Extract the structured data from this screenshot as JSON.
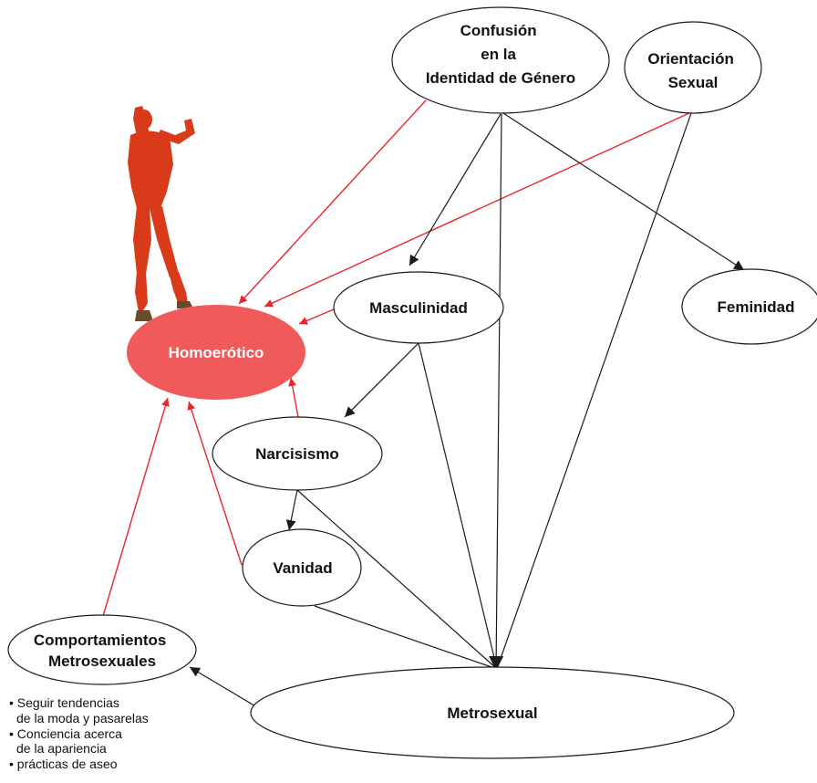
{
  "nodes": {
    "confusion": {
      "lines": [
        "Confusión",
        "en la",
        "Identidad de Género"
      ]
    },
    "orientacion": {
      "lines": [
        "Orientación",
        "Sexual"
      ]
    },
    "masculinidad": {
      "label": "Masculinidad"
    },
    "feminidad": {
      "label": "Feminidad"
    },
    "homoerotico": {
      "label": "Homoerótico"
    },
    "narcisismo": {
      "label": "Narcisismo"
    },
    "vanidad": {
      "label": "Vanidad"
    },
    "comportamientos": {
      "lines": [
        "Comportamientos",
        "Metrosexuales"
      ]
    },
    "metrosexual": {
      "label": "Metrosexual"
    }
  },
  "bullets": [
    "• Seguir tendencias",
    "  de la moda y pasarelas",
    "• Conciencia acerca",
    "  de la apariencia",
    "• prácticas de aseo"
  ],
  "colors": {
    "red_arrow": "#e8262a",
    "black_arrow": "#1a1a1a",
    "homoerotico_fill": "#f05a5a",
    "figure": "#d93a1a"
  },
  "icons": {
    "figure": "bodybuilder-figure-icon"
  }
}
